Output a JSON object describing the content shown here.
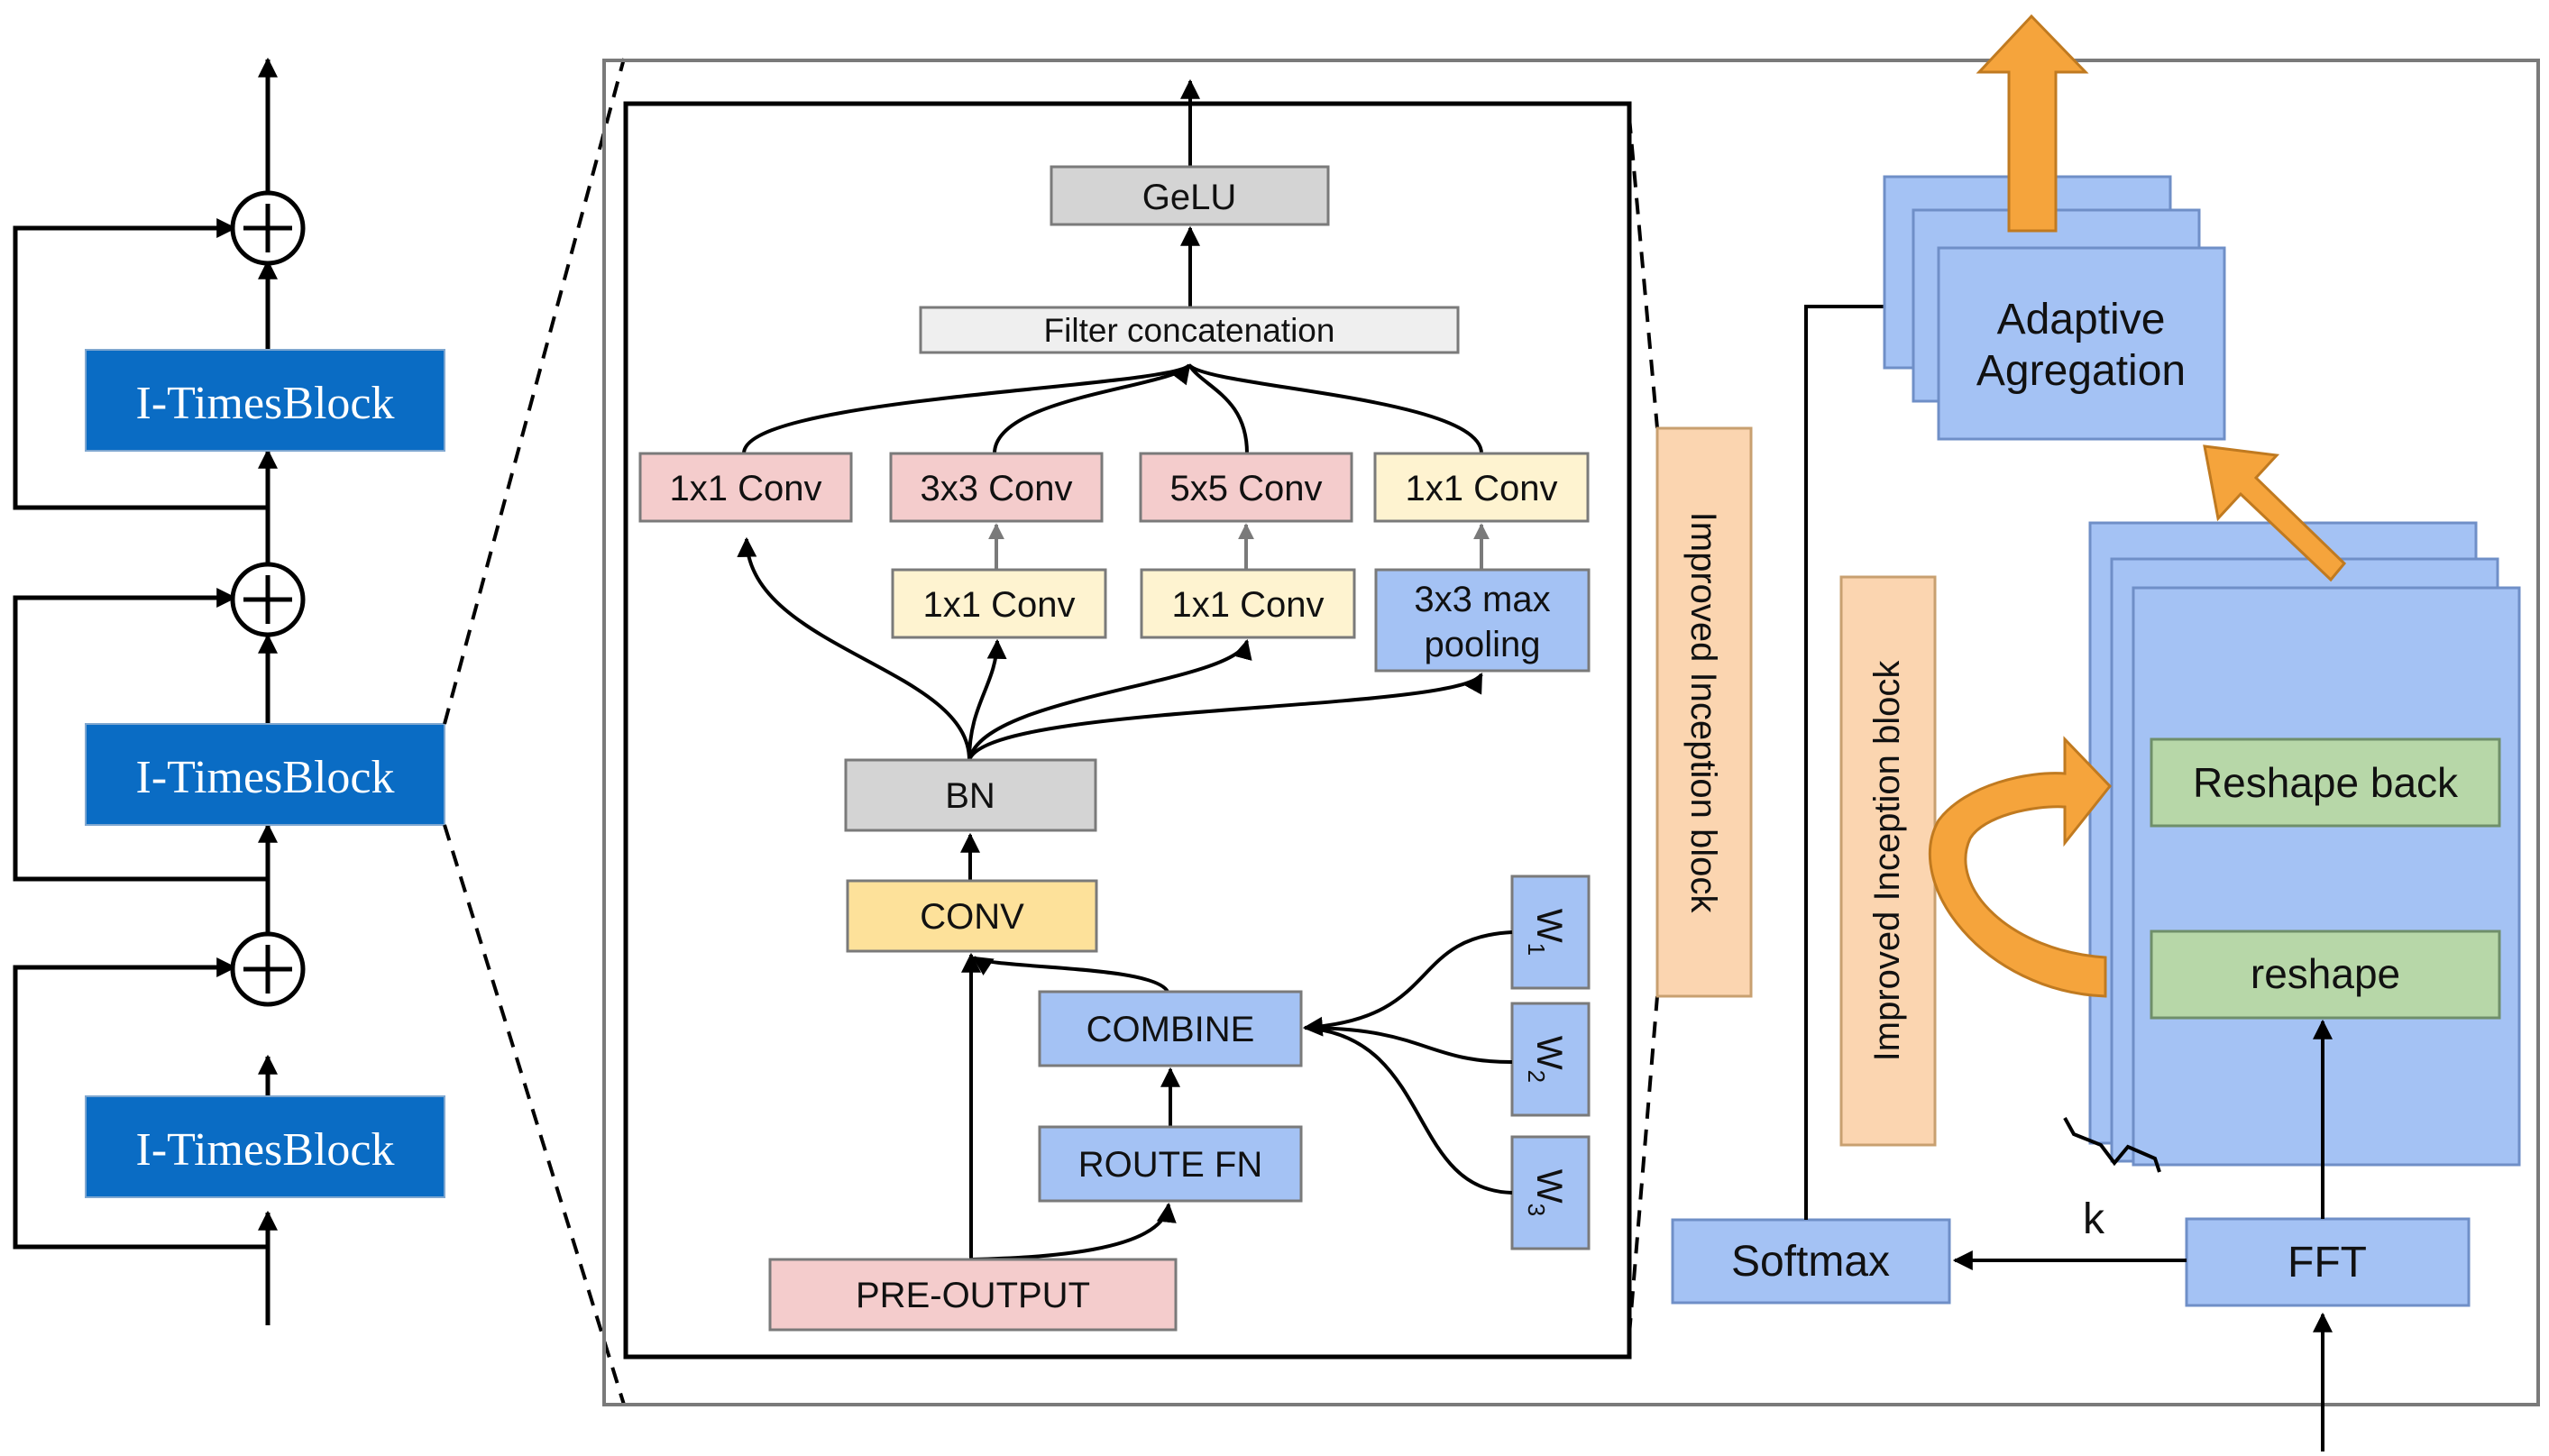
{
  "colors": {
    "stack_block": "#0a6cc4",
    "gray": "#d4d4d4",
    "light_gray": "#efefef",
    "pink": "#f4cccc",
    "cream": "#fef3d0",
    "yellow": "#fde19a",
    "blue": "#a4c2f4",
    "orange": "#fbd5b0",
    "green": "#b7d7a8",
    "arrow_orange": "#f5a43c"
  },
  "left_stack": {
    "blocks": [
      "I-TimesBlock",
      "I-TimesBlock",
      "I-TimesBlock"
    ],
    "adder_symbol": "+"
  },
  "inception": {
    "gelu": "GeLU",
    "filter_concat": "Filter concatenation",
    "conv_1x1_a": "1x1 Conv",
    "conv_3x3": "3x3 Conv",
    "conv_5x5": "5x5 Conv",
    "conv_1x1_d": "1x1 Conv",
    "conv_1x1_b": "1x1 Conv",
    "conv_1x1_c": "1x1 Conv",
    "maxpool_line1": "3x3 max",
    "maxpool_line2": "pooling",
    "bn": "BN",
    "conv": "CONV",
    "combine": "COMBINE",
    "route_fn": "ROUTE FN",
    "pre_output": "PRE-OUTPUT",
    "weights": [
      {
        "base": "W",
        "sub": "1"
      },
      {
        "base": "W",
        "sub": "2"
      },
      {
        "base": "W",
        "sub": "3"
      }
    ]
  },
  "right_panel": {
    "improved_block_label": "Improved Inception block",
    "improved_block_label_2": "Improved Inception block",
    "adaptive_line1": "Adaptive",
    "adaptive_line2": "Agregation",
    "reshape_back": "Reshape back",
    "reshape": "reshape",
    "softmax": "Softmax",
    "fft": "FFT",
    "k_label": "k"
  }
}
